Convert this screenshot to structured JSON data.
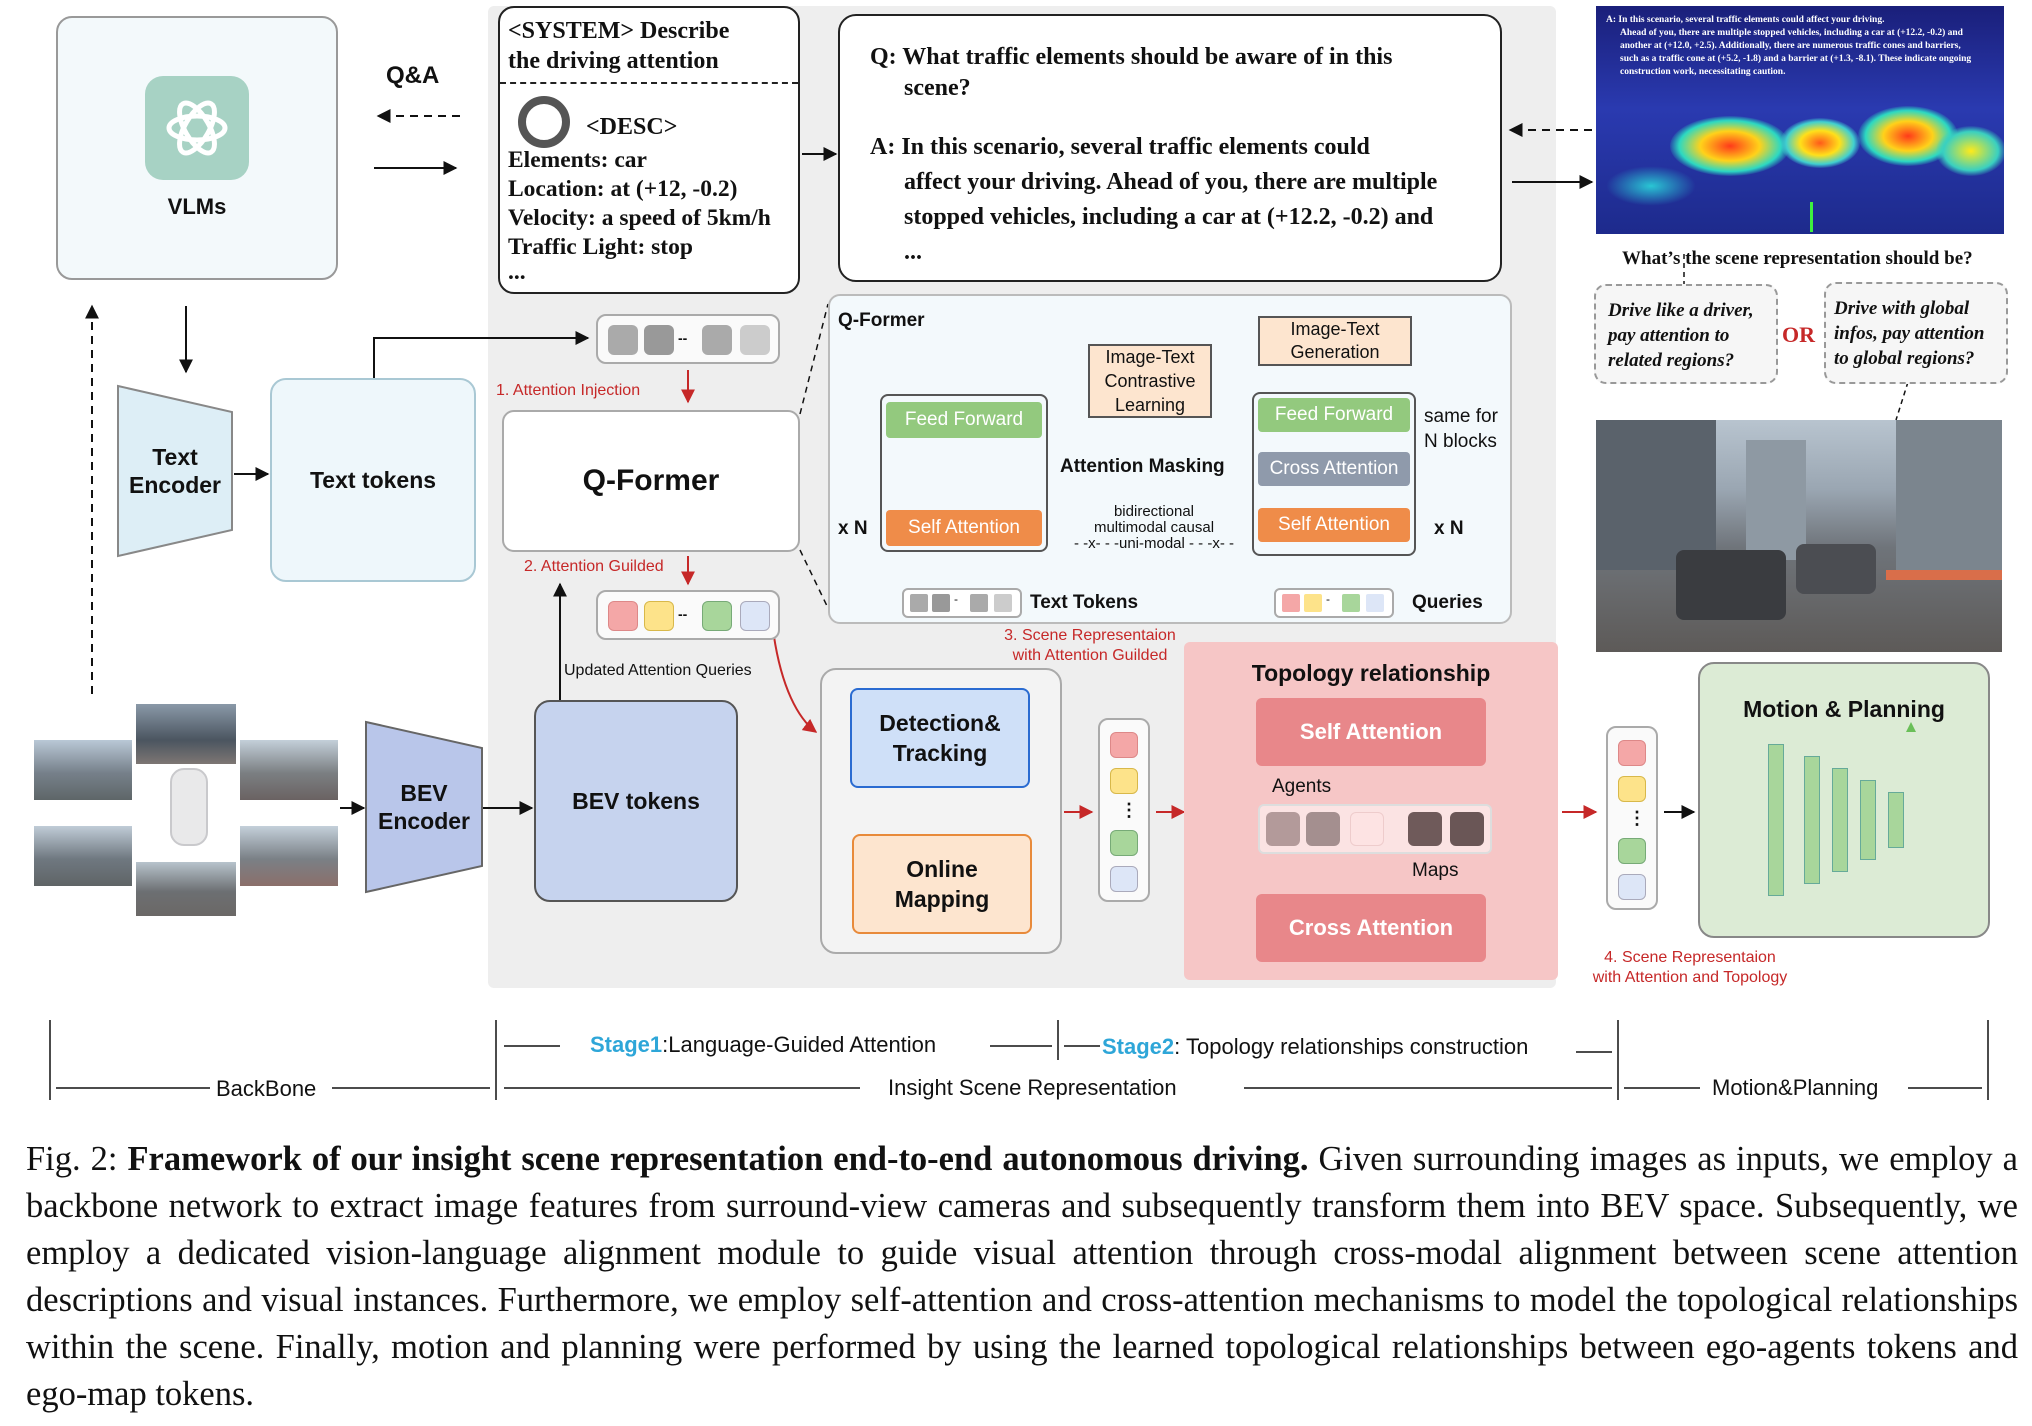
{
  "vlms": {
    "label": "VLMs",
    "qa": "Q&A"
  },
  "text_encoder": {
    "label_line1": "Text",
    "label_line2": "Encoder"
  },
  "text_tokens": {
    "label": "Text tokens"
  },
  "bev_encoder": {
    "label_line1": "BEV",
    "label_line2": "Encoder"
  },
  "bev_tokens": {
    "label": "BEV tokens"
  },
  "prompt": {
    "system_line1": "<SYSTEM> Describe",
    "system_line2": "the driving attention",
    "desc": "<DESC>",
    "elements": "Elements: car",
    "location": "Location: at (+12, -0.2)",
    "velocity": "Velocity: a speed of 5km/h",
    "traffic_light": "Traffic Light: stop",
    "ellipsis": "..."
  },
  "qa_box": {
    "q_line1": "Q: What traffic elements should be aware of  in this",
    "q_line2": "scene?",
    "a_line1": "A: In this scenario, several traffic elements could",
    "a_line2": "affect your driving. Ahead of you, there are multiple",
    "a_line3": "stopped vehicles, including a car at (+12.2, -0.2) and",
    "a_line4": "..."
  },
  "heatmap_text": {
    "line1": "A: In this scenario, several traffic elements could affect your driving.",
    "line2": "Ahead of you, there are multiple stopped vehicles, including a car at (+12.2, -0.2) and",
    "line3": "another at (+12.0, +2.5). Additionally, there are numerous traffic cones and barriers,",
    "line4": "such as a traffic cone at (+5.2, -1.8) and a barrier at (+1.3, -8.1). These indicate ongoing",
    "line5": "construction work, necessitating caution."
  },
  "scene_question": "What’s the scene representation should be?",
  "option_left": {
    "line1": "Drive like a driver,",
    "line2": "pay attention to",
    "line3": "related regions?"
  },
  "option_or": "OR",
  "option_right": {
    "line1": "Drive with global",
    "line2": "infos, pay attention",
    "line3": "to global regions?"
  },
  "qformer_small": {
    "label": "Q-Former"
  },
  "injection": "1. Attention Injection",
  "guilded": "2. Attention Guilded",
  "updated_queries": "Updated Attention Queries",
  "qformer_detail": {
    "title": "Q-Former",
    "ff_left": "Feed Forward",
    "sa_left": "Self Attention",
    "itc_line1": "Image-Text",
    "itc_line2": "Contrastive",
    "itc_line3": "Learning",
    "itg_line1": "Image-Text",
    "itg_line2": "Generation",
    "ff_right": "Feed Forward",
    "ca_right": "Cross Attention",
    "sa_right": "Self Attention",
    "same_line1": "same for",
    "same_line2": "N blocks",
    "masking": "Attention Masking",
    "bidirectional": "bidirectional",
    "multimodal": "multimodal causal",
    "unimodal": "- -x- - -uni-modal - - -x- -",
    "xn_left": "x N",
    "xn_right": "x N",
    "text_tokens": "Text Tokens",
    "queries": "Queries"
  },
  "scene_rep_guilded": {
    "line1": "3. Scene Representaion",
    "line2": "with Attention Guilded"
  },
  "detection": {
    "line1": "Detection&",
    "line2": "Tracking"
  },
  "mapping": {
    "line1": "Online",
    "line2": "Mapping"
  },
  "topology": {
    "title": "Topology relationship",
    "self_attention": "Self Attention",
    "agents": "Agents",
    "maps": "Maps",
    "cross_attention": "Cross Attention"
  },
  "scene_rep_topology": {
    "line1": "4. Scene Representaion",
    "line2": "with Attention and Topology"
  },
  "motion": {
    "title": "Motion & Planning"
  },
  "bottom": {
    "backbone": "BackBone",
    "stage1_name": "Stage1",
    "stage1_desc": ":Language-Guided Attention",
    "stage2_name": "Stage2",
    "stage2_desc": ": Topology relationships construction",
    "insight": "Insight Scene Representation",
    "motion_planning": "Motion&Planning"
  },
  "caption": {
    "prefix": "Fig. 2: ",
    "bold": "Framework of our insight scene representation end-to-end autonomous driving.",
    "body": " Given surrounding images as inputs, we employ a backbone network to extract image features from surround-view cameras and subsequently transform them into BEV space. Subsequently, we employ a dedicated vision-language alignment module to guide visual attention through cross-modal alignment between scene attention descriptions and visual instances. Furthermore, we employ self-attention and cross-attention mechanisms to model the topological relationships within the scene. Finally, motion and planning were performed by using the learned topological relationships between ego-agents tokens and ego-map tokens."
  },
  "colors": {
    "pink": "#f4a7a7",
    "yellow": "#fde38a",
    "green": "#a8d69b",
    "blue_light": "#dde6f7",
    "stage_blue": "#2ea6d8",
    "bev_blue": "#c6d3ee",
    "detect_blue": "#cfe0f8",
    "mapping_orange": "#fde5cf",
    "topology_bg": "#f6c6c6",
    "topology_block": "#e8878a",
    "motion_green": "#dcebd5"
  }
}
